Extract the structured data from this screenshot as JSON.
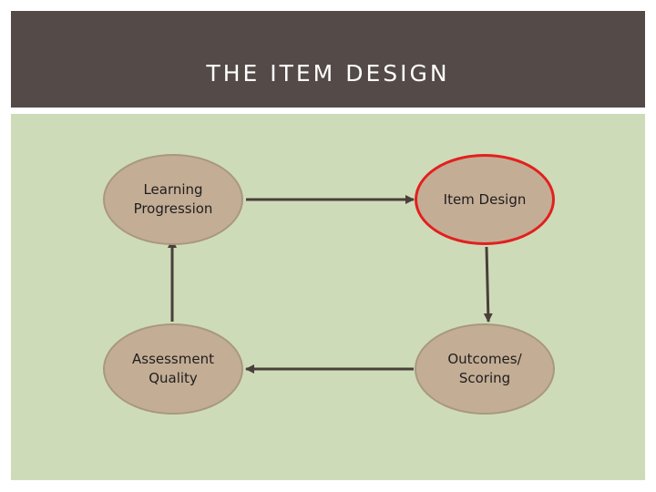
{
  "header": {
    "title": "THE ITEM DESIGN"
  },
  "diagram": {
    "nodes": {
      "learning_progression": "Learning\nProgression",
      "item_design": "Item Design",
      "outcomes_scoring": "Outcomes/\nScoring",
      "assessment_quality": "Assessment\nQuality"
    },
    "edges": [
      {
        "from": "learning_progression",
        "to": "item_design"
      },
      {
        "from": "item_design",
        "to": "outcomes_scoring"
      },
      {
        "from": "outcomes_scoring",
        "to": "assessment_quality"
      },
      {
        "from": "assessment_quality",
        "to": "learning_progression"
      }
    ],
    "highlighted_node": "item_design",
    "colors": {
      "header_bg": "#544a47",
      "content_bg": "#cedbb8",
      "node_fill": "#c4ad95",
      "node_border": "#a8987f",
      "highlight_border": "#e31f1f",
      "arrow": "#4a3f3a"
    }
  }
}
